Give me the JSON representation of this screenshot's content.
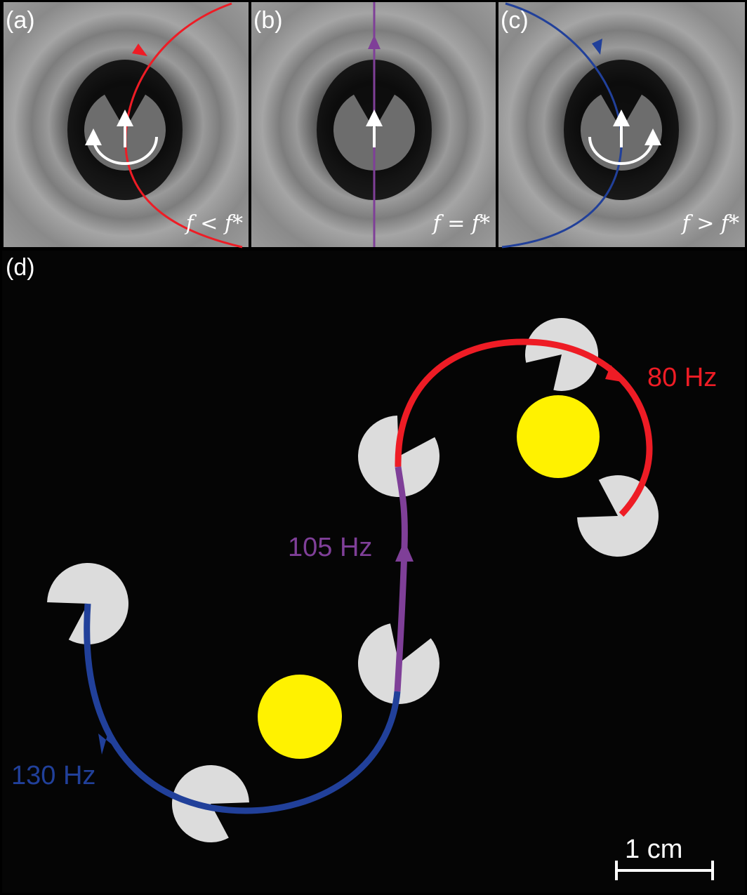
{
  "panels": {
    "a": {
      "label": "(a)",
      "condition": "f < f*"
    },
    "b": {
      "label": "(b)",
      "condition": "f = f*"
    },
    "c": {
      "label": "(c)",
      "condition": "f > f*"
    },
    "d": {
      "label": "(d)"
    }
  },
  "trajectory_labels": {
    "red": "80 Hz",
    "purple": "105 Hz",
    "blue": "130 Hz"
  },
  "scale_bar": {
    "label": "1 cm"
  },
  "colors": {
    "red": "#ee1c25",
    "purple": "#7f3f98",
    "blue": "#21409a",
    "yellow": "#fff200"
  }
}
